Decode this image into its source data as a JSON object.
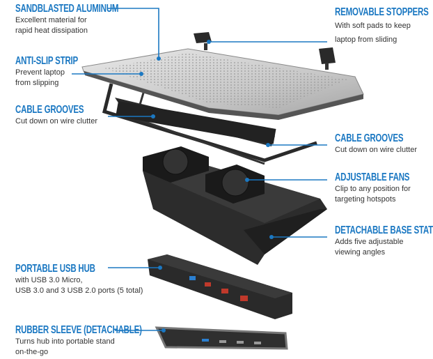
{
  "accent_color": "#1b78c2",
  "callouts": {
    "sandblasted": {
      "title": "SANDBLASTED ALUMINUM",
      "lines": [
        "Excellent material for",
        "rapid heat dissipation"
      ]
    },
    "antislip": {
      "title": "ANTI-SLIP STRIP",
      "lines": [
        "Prevent laptop",
        "from slipping"
      ]
    },
    "cable_left": {
      "title": "CABLE GROOVES",
      "lines": [
        "Cut down on wire clutter"
      ]
    },
    "stoppers": {
      "title": "REMOVABLE STOPPERS",
      "lines": [
        "With soft pads to keep",
        "laptop from sliding"
      ]
    },
    "cable_right": {
      "title": "CABLE GROOVES",
      "lines": [
        "Cut down on wire clutter"
      ]
    },
    "fans": {
      "title": "ADJUSTABLE FANS",
      "lines": [
        "Clip to any position for",
        "targeting hotspots"
      ]
    },
    "base": {
      "title": "DETACHABLE BASE STATION",
      "lines": [
        "Adds five adjustable",
        "viewing angles"
      ]
    },
    "usb_hub": {
      "title": "PORTABLE USB HUB",
      "lines": [
        "with USB 3.0 Micro,",
        "USB 3.0 and 3 USB 2.0 ports (5 total)"
      ]
    },
    "sleeve": {
      "title": "RUBBER SLEEVE (DETACHABLE)",
      "lines": [
        "Turns hub into portable stand",
        "on-the-go"
      ]
    }
  }
}
